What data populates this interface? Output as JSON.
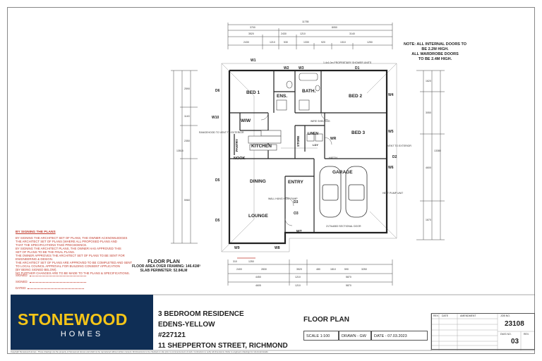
{
  "note": {
    "line1": "NOTE: ALL INTERNAL DOORS TO",
    "line2": "BE 2.2M HIGH.",
    "line3": "ALL WARDROBE DOORS",
    "line4": "TO BE 2.4M HIGH."
  },
  "rooms": {
    "bed1": "BED 1",
    "ens": "ENS.",
    "bath": "BATH.",
    "bed2": "BED 2",
    "bed3": "BED 3",
    "wiw": "WIW",
    "kitchen": "KITCHEN",
    "pantry": "PANTRY",
    "nook": "NOOK",
    "dining": "DINING",
    "lounge": "LOUNGE",
    "entry": "ENTRY",
    "garage": "GARAGE",
    "linen": "LINEN",
    "store": "STORE",
    "wr": "WR",
    "ldy": "LDY"
  },
  "windows": {
    "w1": "W1",
    "w2": "W2",
    "w3": "W3",
    "d1": "D1",
    "w4": "W4",
    "w5": "W5",
    "d2": "D2",
    "w6": "W6",
    "w7": "W7",
    "w8": "W8",
    "w9": "W9",
    "d5": "D5",
    "d6": "D6",
    "w10": "W10",
    "d3": "D3",
    "o3": "O3"
  },
  "annotations": {
    "rangehood": "RANGEHOOD TO VENT TO EXTERIOR",
    "vent_ext": "VENT TO EXTERIOR",
    "heat_pump": "HEAT PUMP UNIT",
    "sectional_door": "2170x4800 SECTIONAL DOOR",
    "shower": "1.4x1.0m PROPRIETARY SHOWER UNITS",
    "hatch": "HATCH",
    "wall_hung": "WALL HUNG HEAT PUMP",
    "wire_shelving": "WIRE SHELVING"
  },
  "dimensions": {
    "top_overall": "11755",
    "top_row2": [
      "3700",
      "8050"
    ],
    "top_row3": [
      "3520",
      "2430",
      "1210",
      "3140"
    ],
    "top_row4": [
      "2430",
      "1210",
      "530",
      "1330",
      "920",
      "1310",
      "1250"
    ],
    "bottom_row1": [
      "310",
      "1250",
      "2400",
      "2830",
      "3520",
      "480",
      "1810",
      "590",
      "3250"
    ],
    "bottom_row2": [
      "4450",
      "1210",
      "5870"
    ],
    "bottom_row3": [
      "4605",
      "1210",
      "5870"
    ],
    "left_overall": "13515",
    "left_parts": [
      "2590",
      "1140",
      "2350",
      "5960"
    ],
    "right_overall": "13380",
    "right_parts": [
      "1620",
      "3050",
      "4600",
      "1670"
    ]
  },
  "floor_plan": {
    "title": "FLOOR PLAN",
    "area": "FLOOR AREA OVER FRAMING: 146.41M²",
    "slab": "SLAB PERIMETER: 52.84LM"
  },
  "signing": {
    "heading": "BY SIGNING THE PLANS",
    "lines": [
      "BY SIGNING THE ARCHITECT SET OF PLANS, THE OWNER ACKNOWLEDGES",
      "THE ARCHITECT SET OF PLANS (WHERE ALL PROPOSED PLANS AND",
      "THAT THE SPECIFICATIONS TAKE PRECEDENCE.",
      "BY SIGNING THE ARCHITECT PLANS, THE OWNER HAS APPROVED THIS",
      "SET OF PLANS TO BE THE FINAL PLANS.",
      "THE OWNER APPROVES THE ARCHITECT SET OF PLANS TO BE SENT FOR",
      "ENGINEERING & DESIGN.",
      "THE ARCHITECT SET OF PLANS ARE APPROVED TO BE COMPLETED AND SENT",
      "TO LOCAL COUNCIL APPROVAL FOR BUILDING CONSENT APPLICATION",
      "(BY BEING SIGNED BELOW).",
      "NO FURTHER CHANGES ARE TO BE MADE TO THE PLANS & SPECIFICATIONS."
    ],
    "signed1": "SIGNED:",
    "signed2": "SIGNED:",
    "dated": "DATED:"
  },
  "logo": {
    "name": "STONEWOOD",
    "sub": "HOMES",
    "bg": "#0f2e55",
    "accent": "#f5c518"
  },
  "project": {
    "line1": "3 BEDROOM RESIDENCE",
    "line2": "EDENS-YELLOW",
    "line3": "#227121",
    "line4": "11 SHEPPERTON STREET, RICHMOND"
  },
  "titleblock": {
    "sheet_title": "FLOOR PLAN",
    "scale": "SCALE 1:100",
    "drawn": "DRAWN - GW",
    "date": "DATE - 07.03.2023",
    "rev_header": "REV.",
    "date_header": "DATE",
    "amendment_header": "AMENDMENT",
    "job_no_label": "JOB NO.",
    "job_no": "23108",
    "dwg_no_label": "DWG NO.",
    "dwg_no": "03",
    "rev_label": "REV."
  },
  "footer": "Copyright Stonewood Homes - These drawings are the property of Stonewood Homes and shall not be reproduced without written consent. All dimensions to be checked on site prior to commencement of work. Contractors to verify all dimensions. Refer to engineers drawings for structural details."
}
